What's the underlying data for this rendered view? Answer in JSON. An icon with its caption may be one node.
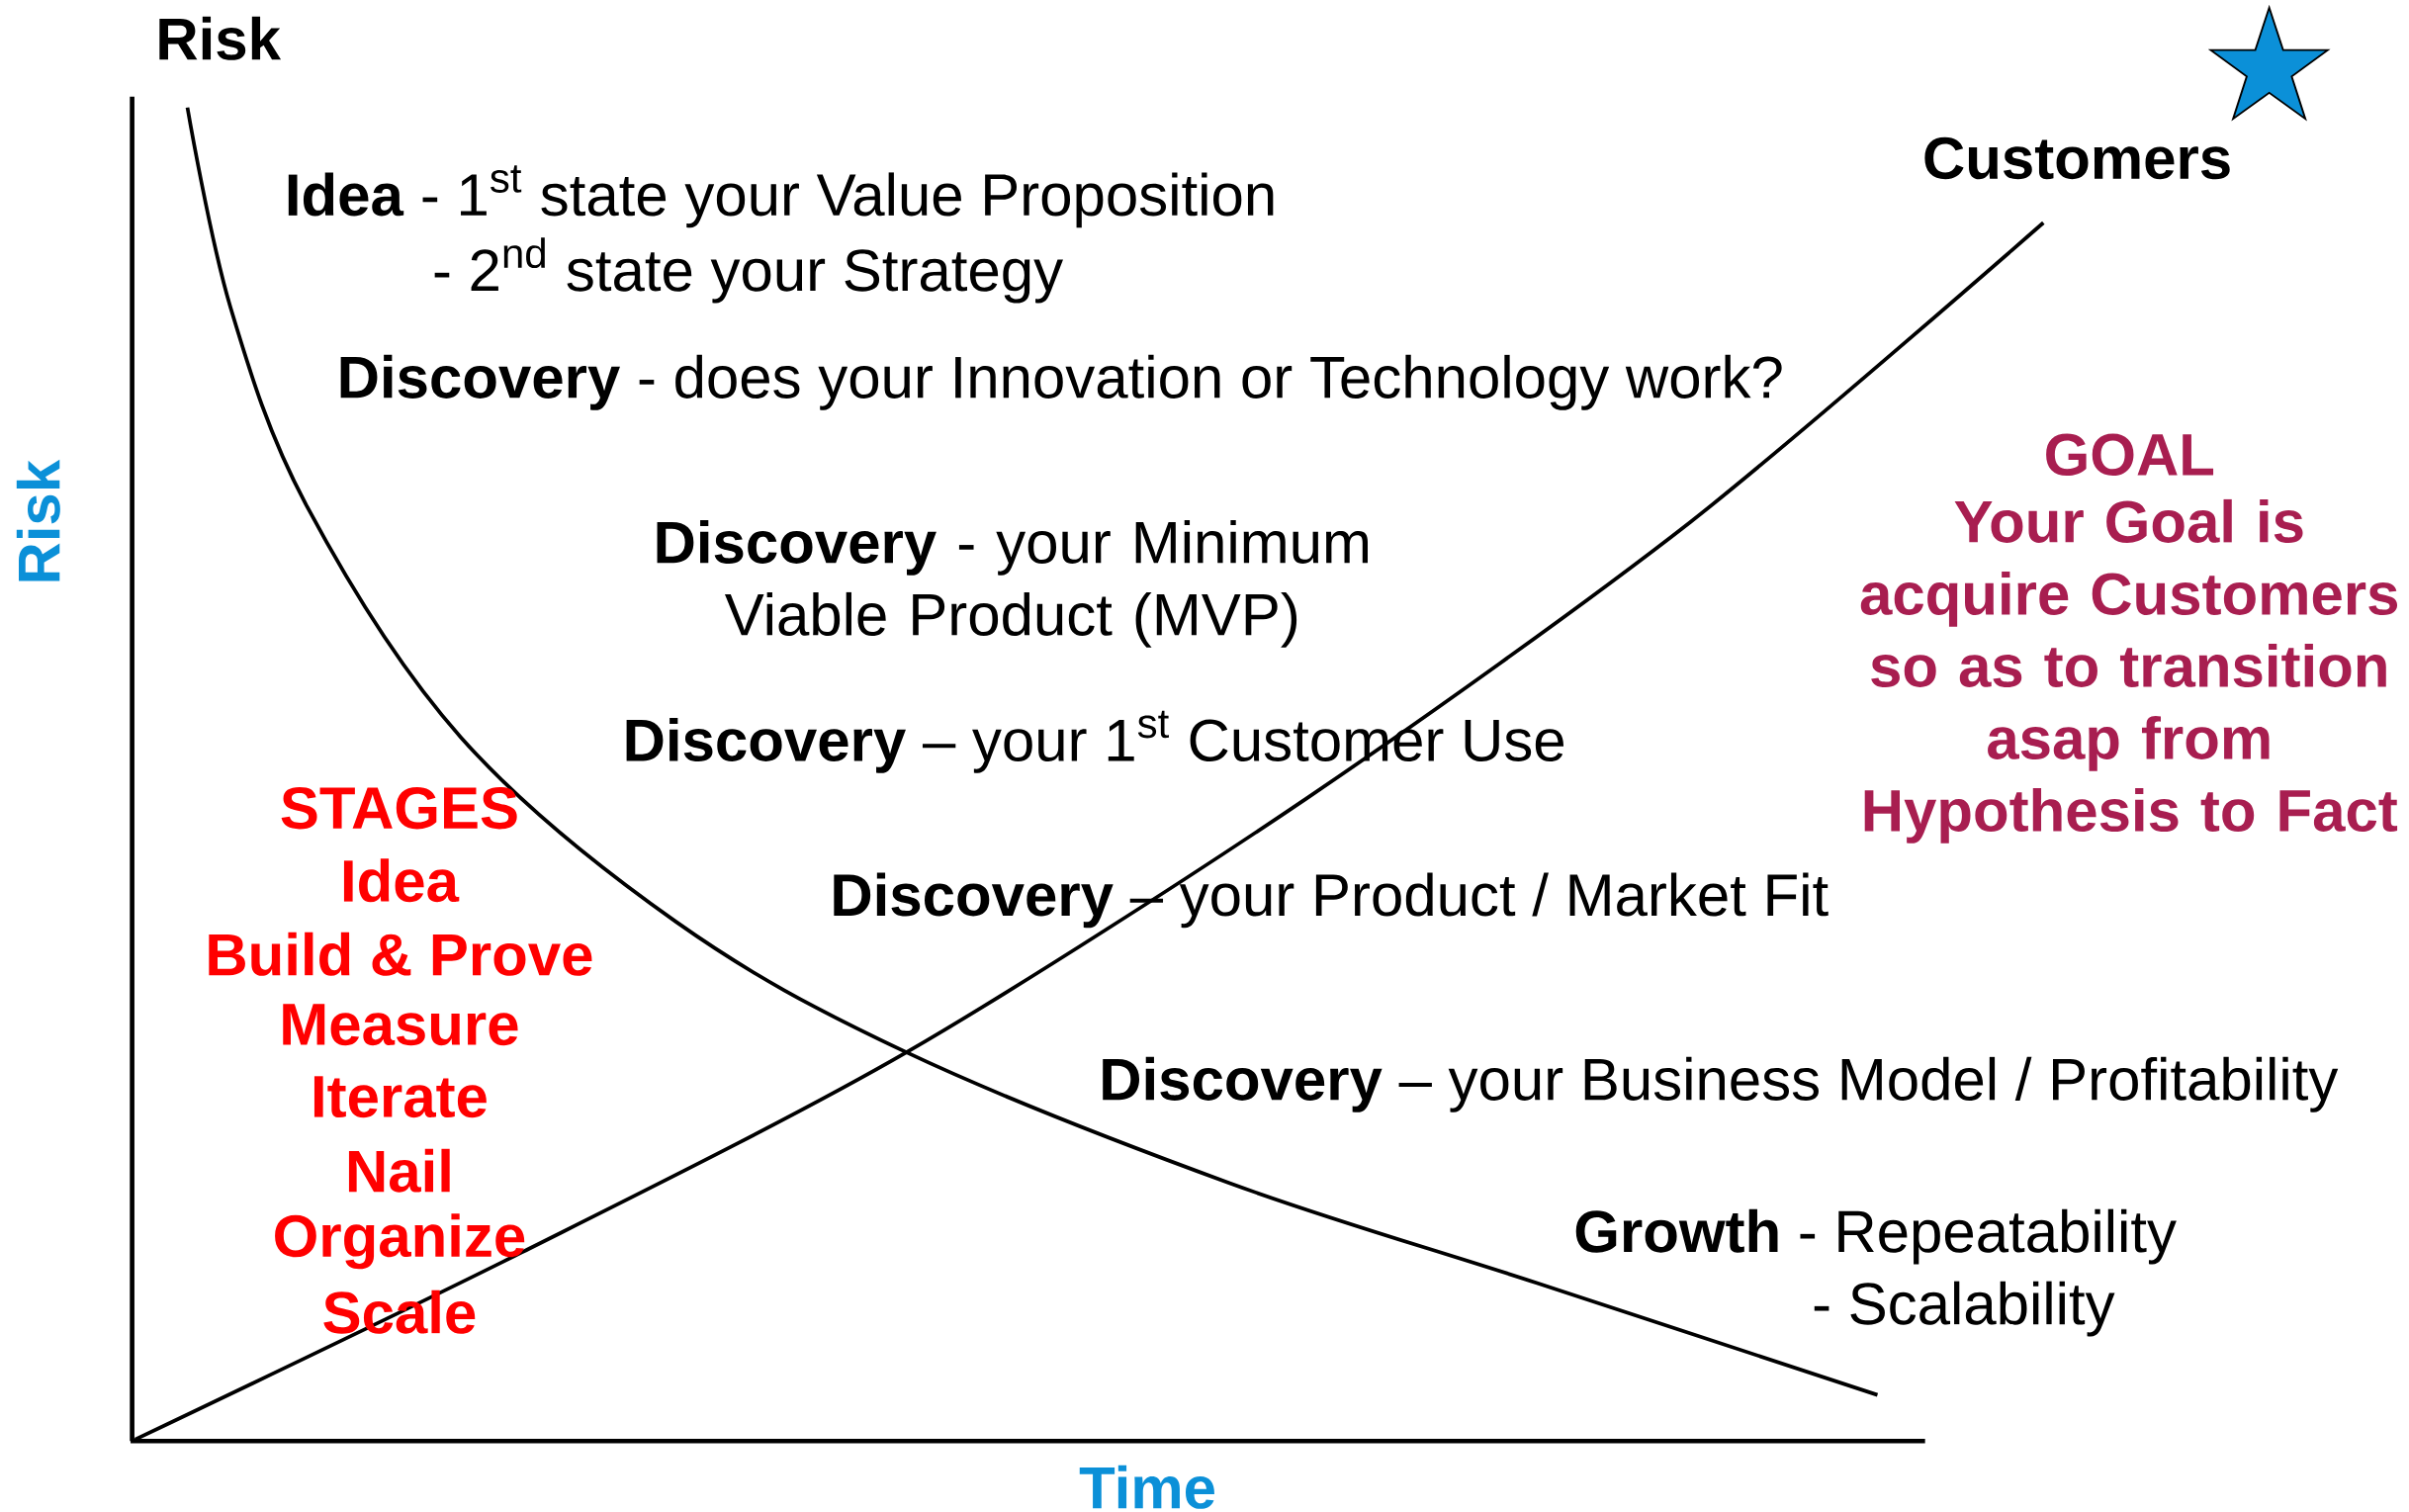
{
  "diagram": {
    "labels": [
      "Risk",
      "Customers",
      "**Idea** - 1$^{st}$ state your Value Proposition",
      "- 2$^{nd}$ state your Strategy",
      "**Discovery** - does your Innovation or Technology work?",
      "**Discovery**   - your Minimum Viable Product (MVP)",
      "Risk",
      "GOAL",
      "Your Goal is acquire Customers so as to transition asap from Hypothesis to Fact",
      "**Discovery** – your 1$^{st}$ Customer Use",
      "STAGES",
      "Idea",
      "Build & Prove",
      "Measure",
      "Iterate",
      "Nail",
      "Organize",
      "Scale",
      "**Discovery** – your Product / Market Fit",
      "**Discovery** – your Business Model / Profitability",
      "**Growth**  - Repeatability",
      "- Scalability",
      "Time"
    ]
  }
}
